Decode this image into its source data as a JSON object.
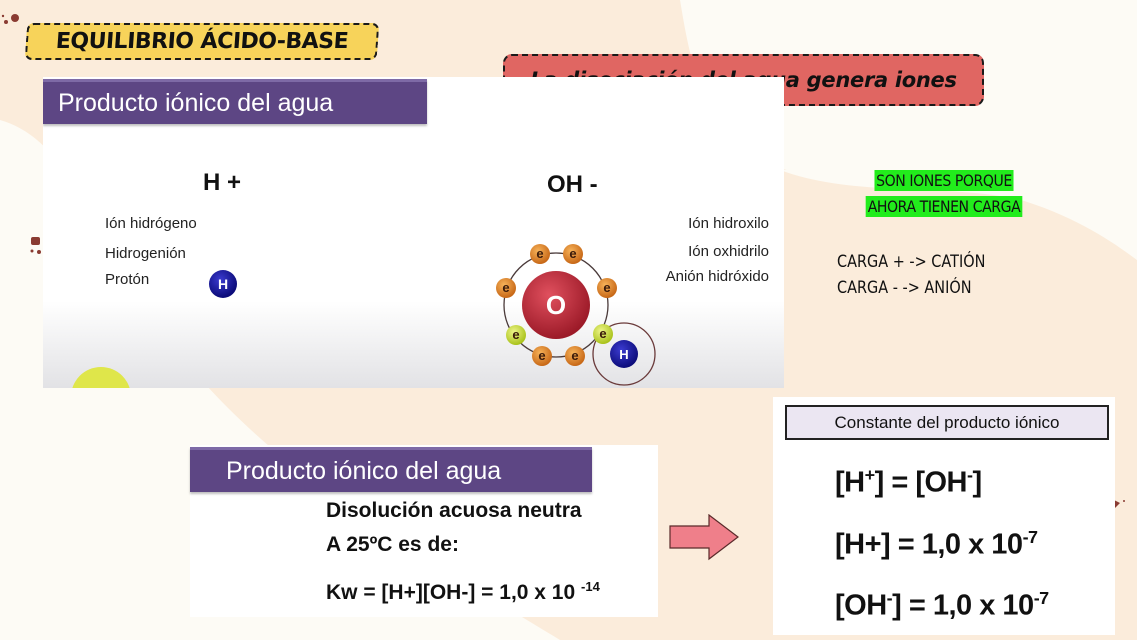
{
  "slide": {
    "title": "EQUILIBRIO ÁCIDO-BASE",
    "subtitle": "La disociación del agua genera iones",
    "colors": {
      "title_bg": "#f7d35a",
      "subtitle_bg": "#e06662",
      "header_purple": "#5d4684",
      "highlight_green": "#22ec1c",
      "arrow": "#ef7f8a",
      "background_light": "#fdfbf5",
      "background_peach": "#fbecdb"
    }
  },
  "top_panel": {
    "header": "Producto iónico del agua",
    "hydrogen_ion": {
      "formula": "H +",
      "names": [
        "Ión hidrógeno",
        "Hidrogenión",
        "Protón"
      ],
      "atom_symbol": "H"
    },
    "hydroxide_ion": {
      "formula": "OH -",
      "names": [
        "Ión hidroxilo",
        "Ión oxhidrilo",
        "Anión hidróxido"
      ],
      "oxygen_symbol": "O",
      "hydrogen_symbol": "H",
      "electron_symbol": "e"
    }
  },
  "notes": {
    "highlight_lines": [
      "SON IONES PORQUE",
      "AHORA TIENEN CARGA"
    ],
    "charge_lines": [
      "CARGA + -> CATIÓN",
      "CARGA - -> ANIÓN"
    ]
  },
  "bottom_panel": {
    "header": "Producto iónico del agua",
    "line1": "Disolución acuosa neutra",
    "line2": "A 25ºC  es de:",
    "kw_prefix": "Kw = [H+][OH-] = 1,0 x 10 ",
    "kw_exp": "-14"
  },
  "constant_panel": {
    "header": "Constante del producto iónico",
    "eq1": {
      "a": "[H",
      "a_sup": "+",
      "b": "] = [OH",
      "b_sup": "-",
      "c": "]"
    },
    "eq2": {
      "base": "[H+] = 1,0 x 10",
      "exp": "-7"
    },
    "eq3": {
      "a": "[OH",
      "a_sup": "-",
      "base": "] = 1,0 x 10",
      "exp": "-7"
    }
  }
}
